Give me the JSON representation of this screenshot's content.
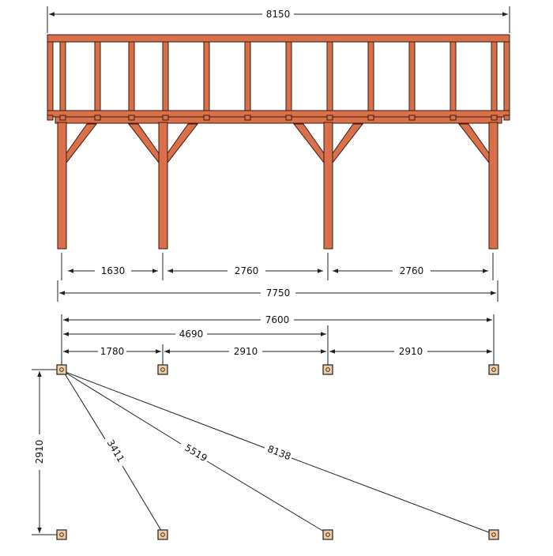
{
  "colors": {
    "timber": "#d9704a",
    "timber_outline": "#3a1a10",
    "dimension_line": "#222222",
    "foundation": "#f2c9a0"
  },
  "elevation": {
    "overall_top": "8150",
    "bay_1": "1630",
    "bay_2": "2760",
    "bay_3": "2760",
    "overall_bottom": "7750"
  },
  "plan": {
    "overall": "7600",
    "to_third_post": "4690",
    "bay_1": "1780",
    "bay_2": "2910",
    "bay_3": "2910",
    "depth": "2910",
    "diagonal_1": "3411",
    "diagonal_2": "5519",
    "diagonal_3": "8138"
  },
  "icons": {
    "dimension_arrow": "arrow-icon",
    "foundation_post": "square-footing-icon"
  }
}
